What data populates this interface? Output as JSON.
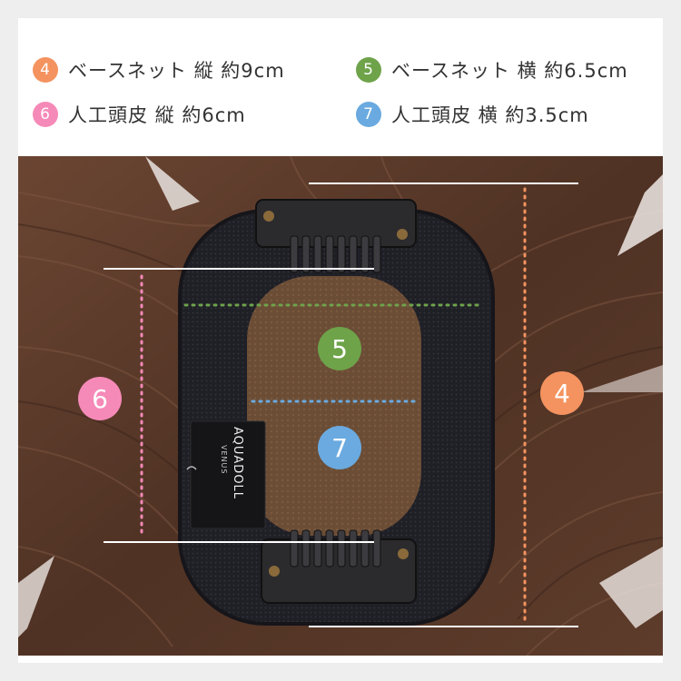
{
  "legend": [
    {
      "num": "4",
      "text": "ベースネット 縦 約9cm",
      "color": "#f4935f"
    },
    {
      "num": "5",
      "text": "ベースネット 横 約6.5cm",
      "color": "#6ea34a"
    },
    {
      "num": "6",
      "text": "人工頭皮 縦 約6cm",
      "color": "#f58ab8"
    },
    {
      "num": "7",
      "text": "人工頭皮 横 約3.5cm",
      "color": "#6aaae0"
    }
  ],
  "photo": {
    "tag_brand": "AQUADOLL",
    "tag_sub": "VENUS",
    "markers": {
      "m4": "4",
      "m5": "5",
      "m6": "6",
      "m7": "7"
    }
  },
  "colors": {
    "hair": "#5a3a2a",
    "base_net": "#1c1c22",
    "scalp": "#6e5038",
    "clip": "#2a2a2a"
  }
}
